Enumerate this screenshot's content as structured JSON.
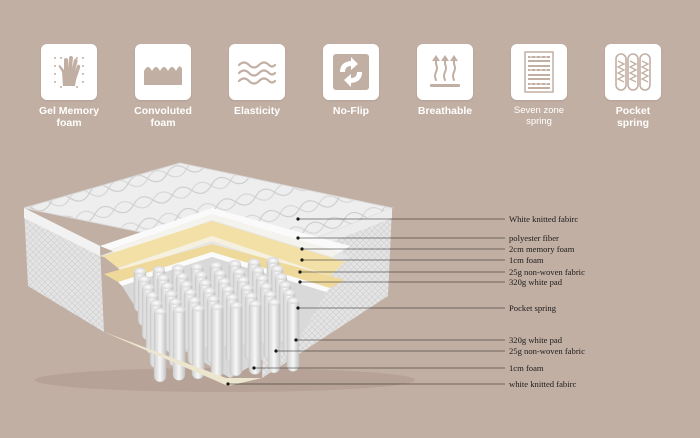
{
  "features": [
    {
      "label": "Gel Memory\nfoam",
      "icon": "hand-icon"
    },
    {
      "label": "Convoluted\nfoam",
      "icon": "wavy-foam-icon"
    },
    {
      "label": "Elasticity",
      "icon": "wave-lines-icon"
    },
    {
      "label": "No-Flip",
      "icon": "rotate-arrows-icon"
    },
    {
      "label": "Breathable",
      "icon": "up-arrows-icon"
    },
    {
      "label": "Seven zone\nspring",
      "icon": "zone-spring-icon"
    },
    {
      "label": "Pocket\nspring",
      "icon": "pocket-spring-icon"
    }
  ],
  "callouts": [
    "White knitted fabirc",
    "polyester fiber",
    "2cm memory foam",
    "1cm foam",
    "25g non-woven fabric",
    "320g white pad",
    "Pocket spring",
    "320g white pad",
    "25g non-woven fabric",
    "1cm foam",
    "white knitted fabirc"
  ],
  "colors": {
    "background": "#c2afa3",
    "tile": "#ffffff",
    "icon": "#c2afa3",
    "memory_foam": "#f3e0a6",
    "fabric": "#e9e9e9"
  }
}
